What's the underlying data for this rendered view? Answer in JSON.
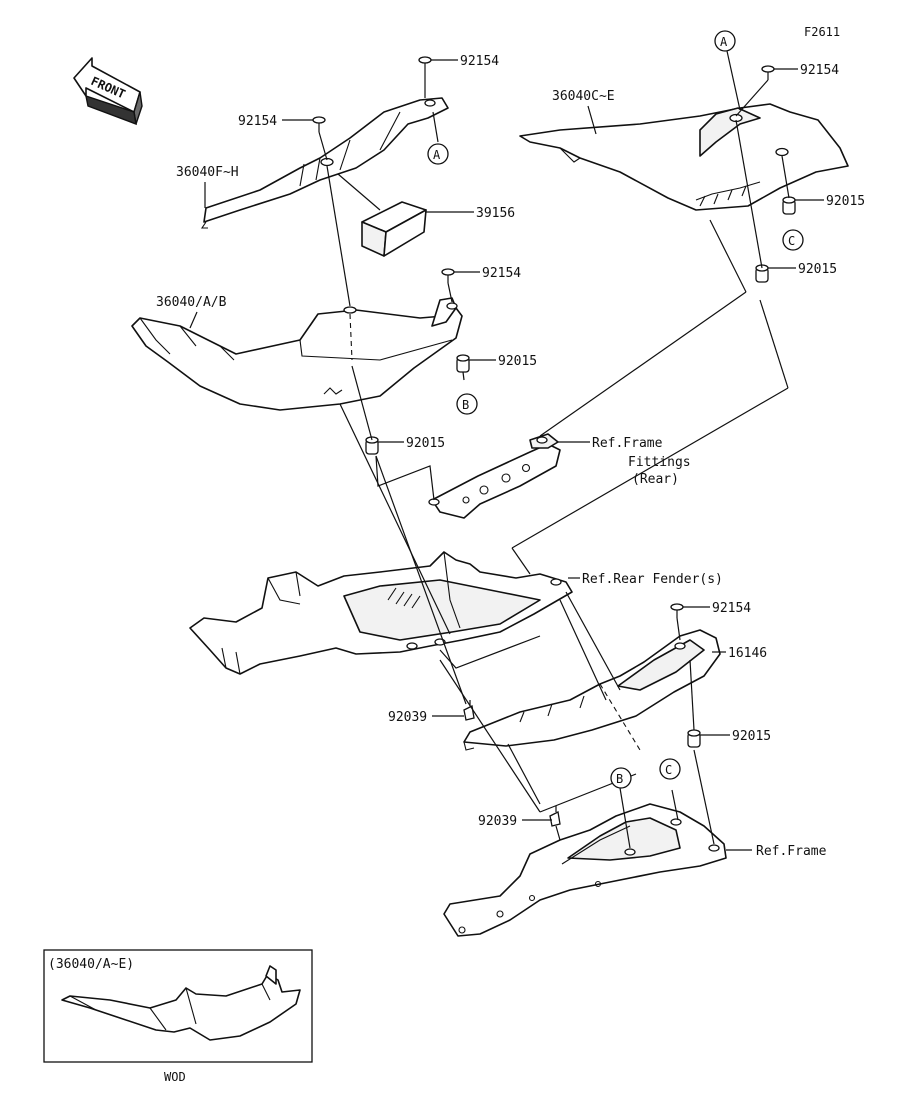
{
  "figure_code": "F2611",
  "front_label": "FRONT",
  "letters": {
    "a": "A",
    "b": "B",
    "c": "C"
  },
  "parts": {
    "p92154": "92154",
    "p92015": "92015",
    "p92039": "92039",
    "p36040fh": "36040F~H",
    "p36040ce": "36040C~E",
    "p36040ab": "36040/A/B",
    "p39156": "39156",
    "p16146": "16146"
  },
  "refs": {
    "frame_fittings_1": "Ref.Frame",
    "frame_fittings_2": "Fittings",
    "frame_fittings_3": "(Rear)",
    "rear_fender": "Ref.Rear Fender(s)",
    "frame": "Ref.Frame"
  },
  "inset": {
    "title": "(36040/A~E)",
    "caption": "WOD"
  }
}
